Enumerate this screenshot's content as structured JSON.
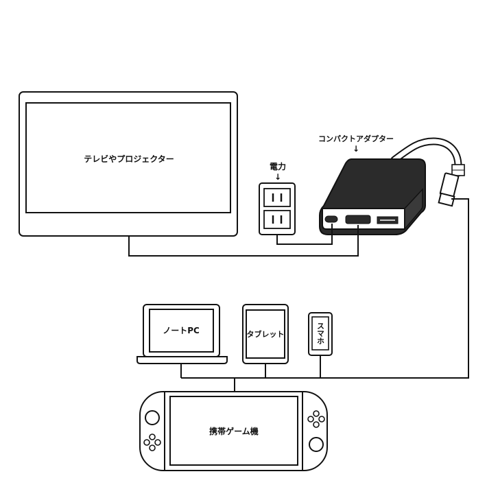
{
  "labels": {
    "tv": "テレビやプロジェクター",
    "power": "電力",
    "power_arrow": "↓",
    "adapter": "コンパクトアダプター",
    "adapter_arrow": "↓",
    "laptop": "ノートPC",
    "tablet": "タブレット",
    "phone": "スマホ",
    "game": "携帯ゲーム機"
  },
  "colors": {
    "line": "#111111",
    "adapter_body": "#2b2b2b",
    "background": "#ffffff"
  }
}
